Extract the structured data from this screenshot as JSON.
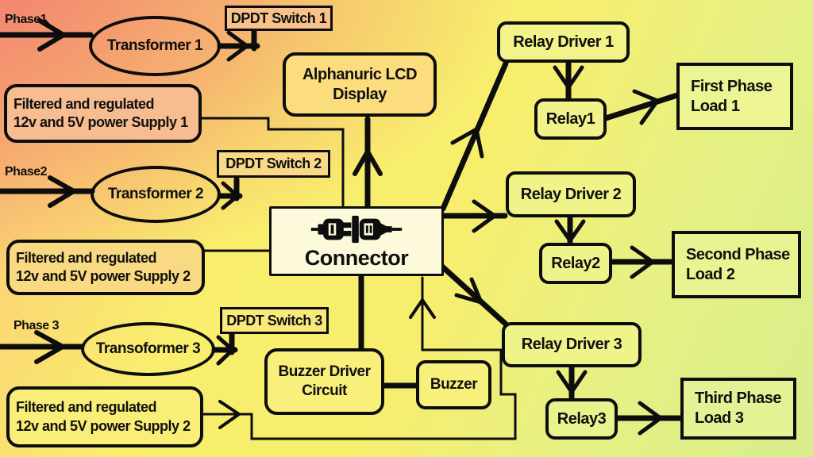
{
  "labels": {
    "phase1": "Phase1",
    "phase2": "Phase2",
    "phase3": "Phase 3"
  },
  "nodes": {
    "transformer1": {
      "label": "Transformer 1"
    },
    "transformer2": {
      "label": "Transformer 2"
    },
    "transformer3": {
      "label": "Transoformer 3"
    },
    "dpdt_switch1": {
      "label": "DPDT Switch 1"
    },
    "dpdt_switch2": {
      "label": "DPDT Switch 2"
    },
    "dpdt_switch3": {
      "label": "DPDT Switch 3"
    },
    "power_supply1": {
      "line1": "Filtered and regulated",
      "line2": "12v and 5V power Supply 1"
    },
    "power_supply2": {
      "line1": "Filtered and regulated",
      "line2": "12v and 5V power Supply 2"
    },
    "power_supply3": {
      "line1": "Filtered and regulated",
      "line2": "12v and 5V power Supply 2"
    },
    "lcd_display": {
      "line1": "Alphanuric LCD",
      "line2": "Display"
    },
    "connector": {
      "label": "Connector"
    },
    "buzzer_driver": {
      "line1": "Buzzer Driver",
      "line2": "Circuit"
    },
    "buzzer": {
      "label": "Buzzer"
    },
    "relay_driver1": {
      "label": "Relay Driver 1"
    },
    "relay1": {
      "label": "Relay1"
    },
    "load1": {
      "line1": "First Phase",
      "line2": "Load 1"
    },
    "relay_driver2": {
      "label": "Relay Driver 2"
    },
    "relay2": {
      "label": "Relay2"
    },
    "load2": {
      "line1": "Second Phase",
      "line2": "Load 2"
    },
    "relay_driver3": {
      "label": "Relay Driver 3"
    },
    "relay3": {
      "label": "Relay3"
    },
    "load3": {
      "line1": "Third Phase",
      "line2": "Load 3"
    }
  },
  "edges": [
    {
      "from": "Phase1",
      "to": "Transformer 1"
    },
    {
      "from": "Transformer 1",
      "to": "DPDT Switch 1"
    },
    {
      "from": "Phase2",
      "to": "Transformer 2"
    },
    {
      "from": "Transformer 2",
      "to": "DPDT Switch 2"
    },
    {
      "from": "Phase 3",
      "to": "Transoformer 3"
    },
    {
      "from": "Transoformer 3",
      "to": "DPDT Switch 3"
    },
    {
      "from": "Filtered and regulated 12v and 5V power Supply 1",
      "to": "Connector"
    },
    {
      "from": "Filtered and regulated 12v and 5V power Supply 2",
      "to": "Connector"
    },
    {
      "from": "Filtered and regulated 12v and 5V power Supply 2 (third)",
      "to": "Connector"
    },
    {
      "from": "Connector",
      "to": "Alphanuric LCD Display"
    },
    {
      "from": "Connector",
      "to": "Relay Driver 1"
    },
    {
      "from": "Connector",
      "to": "Relay Driver 2"
    },
    {
      "from": "Connector",
      "to": "Relay Driver 3"
    },
    {
      "from": "Connector",
      "to": "Buzzer Driver Circuit"
    },
    {
      "from": "Buzzer Driver Circuit",
      "to": "Buzzer"
    },
    {
      "from": "Relay Driver 1",
      "to": "Relay1"
    },
    {
      "from": "Relay1",
      "to": "First Phase Load 1"
    },
    {
      "from": "Relay Driver 2",
      "to": "Relay2"
    },
    {
      "from": "Relay2",
      "to": "Second Phase Load 2"
    },
    {
      "from": "Relay Driver 3",
      "to": "Relay3"
    },
    {
      "from": "Relay3",
      "to": "Third Phase Load 3"
    }
  ],
  "colors": {
    "line": "#0d0d0d",
    "bg_top_left_pink": "#f29183",
    "bg_left_orange": "#f8bd72",
    "bg_center_yellow": "#f7ee6e",
    "bg_right_green": "#d8ee8c",
    "connector_fill": "#fcfada",
    "relay_fill": "#f1f388",
    "load_fill": "#e9f392",
    "power_supply1_fill": "#f7bd90",
    "power_supply2_fill": "#f9d981",
    "power_supply3_fill": "#f9ee78",
    "lcd_fill": "#fbdd7e"
  }
}
